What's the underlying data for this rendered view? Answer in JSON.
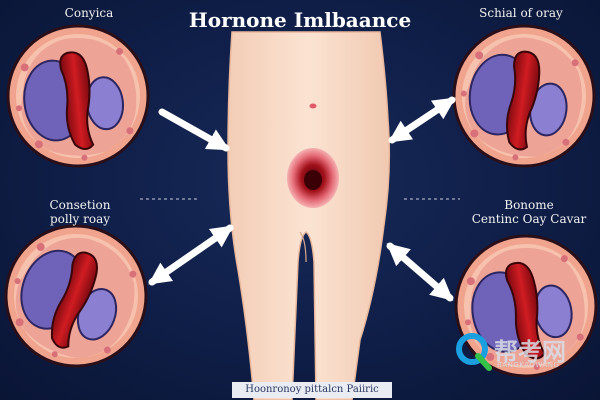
{
  "title": "Hornone Imlbaance",
  "labels": {
    "top_left": [
      "Conyica"
    ],
    "top_right": [
      "Schial of oray"
    ],
    "mid_left": [
      "Consetion",
      "polly roay"
    ],
    "mid_right": [
      "Bonome",
      "Centinc Oay Cavar"
    ]
  },
  "footer": "Hoonronoy pittalcn Paiiric",
  "watermark": {
    "main": "帮考网",
    "sub": "BANGKAOWANG"
  },
  "colors": {
    "background": "#0f1e47",
    "skin": "#f8dcc8",
    "organ_purple": "#6e63b8",
    "blood_red": "#b0131a",
    "tissue_pink": "#eea08c",
    "arrow": "#ffffff"
  }
}
